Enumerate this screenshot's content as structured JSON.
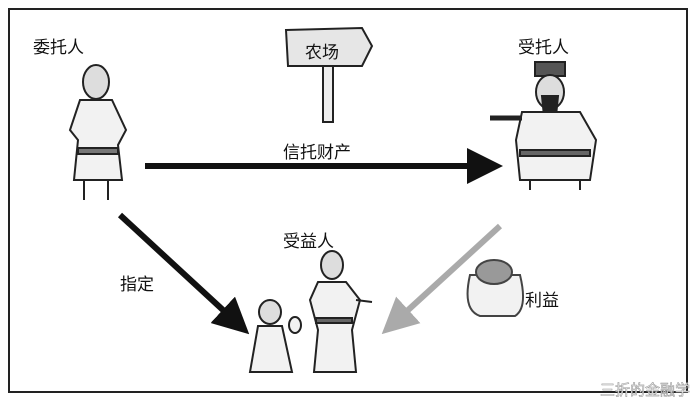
{
  "labels": {
    "trustor": "委托人",
    "trustee": "受托人",
    "beneficiary": "受益人",
    "farm_sign": "农场",
    "trust_property": "信托财产",
    "designate": "指定",
    "benefit": "利益"
  },
  "watermark": "三折的金融学",
  "colors": {
    "black_arrow": "#111111",
    "gray_arrow": "#aaaaaa"
  }
}
